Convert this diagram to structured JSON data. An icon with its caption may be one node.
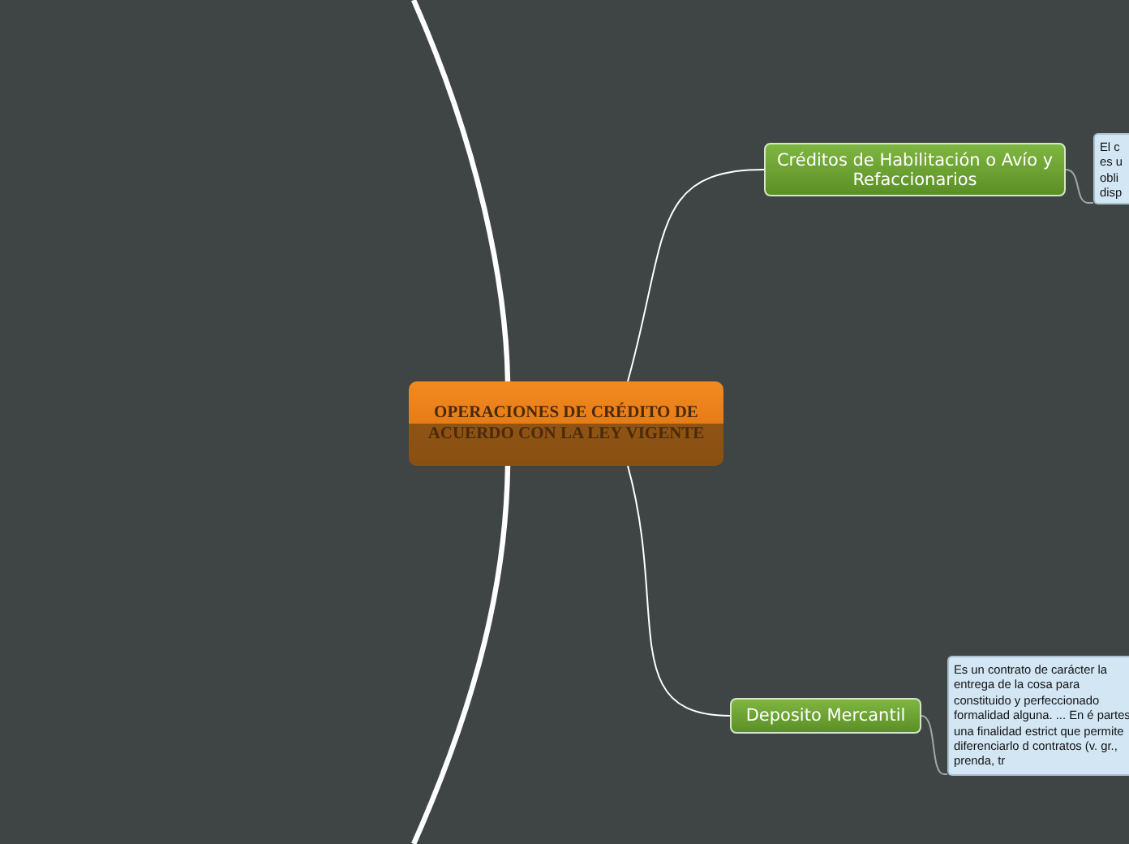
{
  "diagram": {
    "nodes": [
      {
        "text": [
          "OPERACIONES DE CRÉDITO DE ACUERDO CON LA LEY VIGENTE"
        ]
      },
      {
        "text": [
          "Créditos de Habilitación o Avío y Refaccionarios"
        ]
      },
      {
        "text": [
          "El c es u obli disp"
        ]
      },
      {
        "text": [
          "Deposito Mercantil"
        ]
      },
      {
        "text": [
          "Es un contrato de carácter la entrega de la cosa para constituido y perfeccionado formalidad alguna. ... En é partes una finalidad estrict que permite diferenciarlo d contratos (v. gr., prenda, tr"
        ]
      }
    ],
    "edges": [
      {
        "from": 0,
        "to": 1,
        "arrow": "none"
      },
      {
        "from": 0,
        "to": 3,
        "arrow": "none"
      },
      {
        "from": 1,
        "to": 2,
        "arrow": "none",
        "color": "#a0a8a8"
      },
      {
        "from": 3,
        "to": 4,
        "arrow": "none",
        "color": "#a0a8a8"
      },
      {
        "from": null,
        "to": 0,
        "arrow": "none",
        "style": "thick"
      },
      {
        "from": 0,
        "to": null,
        "arrow": "none",
        "style": "thick"
      }
    ]
  }
}
